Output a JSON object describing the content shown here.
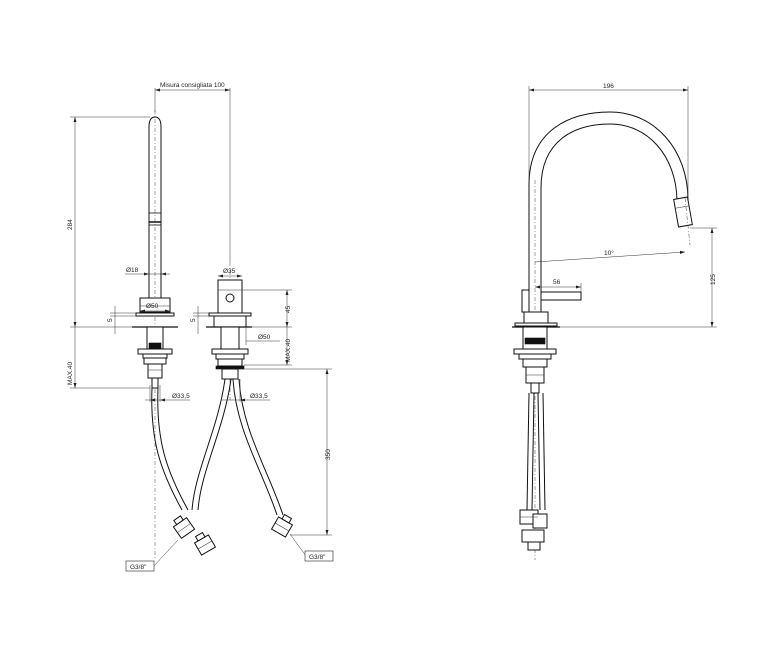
{
  "left_view": {
    "recommended_distance": "Misura consigliata 100",
    "height_spout": "284",
    "spout_diameter": "Ø18",
    "base_diameter_spout": "Ø50",
    "base_thickness_spout": "5",
    "max_thickness_spout": "MAX.40",
    "shank_diameter_spout": "Ø33,5",
    "lever_diameter": "Ø35",
    "lever_height": "45",
    "base_thickness_lever": "5",
    "base_diameter_lever": "Ø50",
    "max_thickness_lever": "MAX.40",
    "shank_diameter_lever": "Ø33,5",
    "hose_length": "350",
    "thread_left": "G3/8\"",
    "thread_right": "G3/8\""
  },
  "right_view": {
    "reach": "196",
    "angle": "10°",
    "lever_reach": "56",
    "outlet_height": "125"
  }
}
